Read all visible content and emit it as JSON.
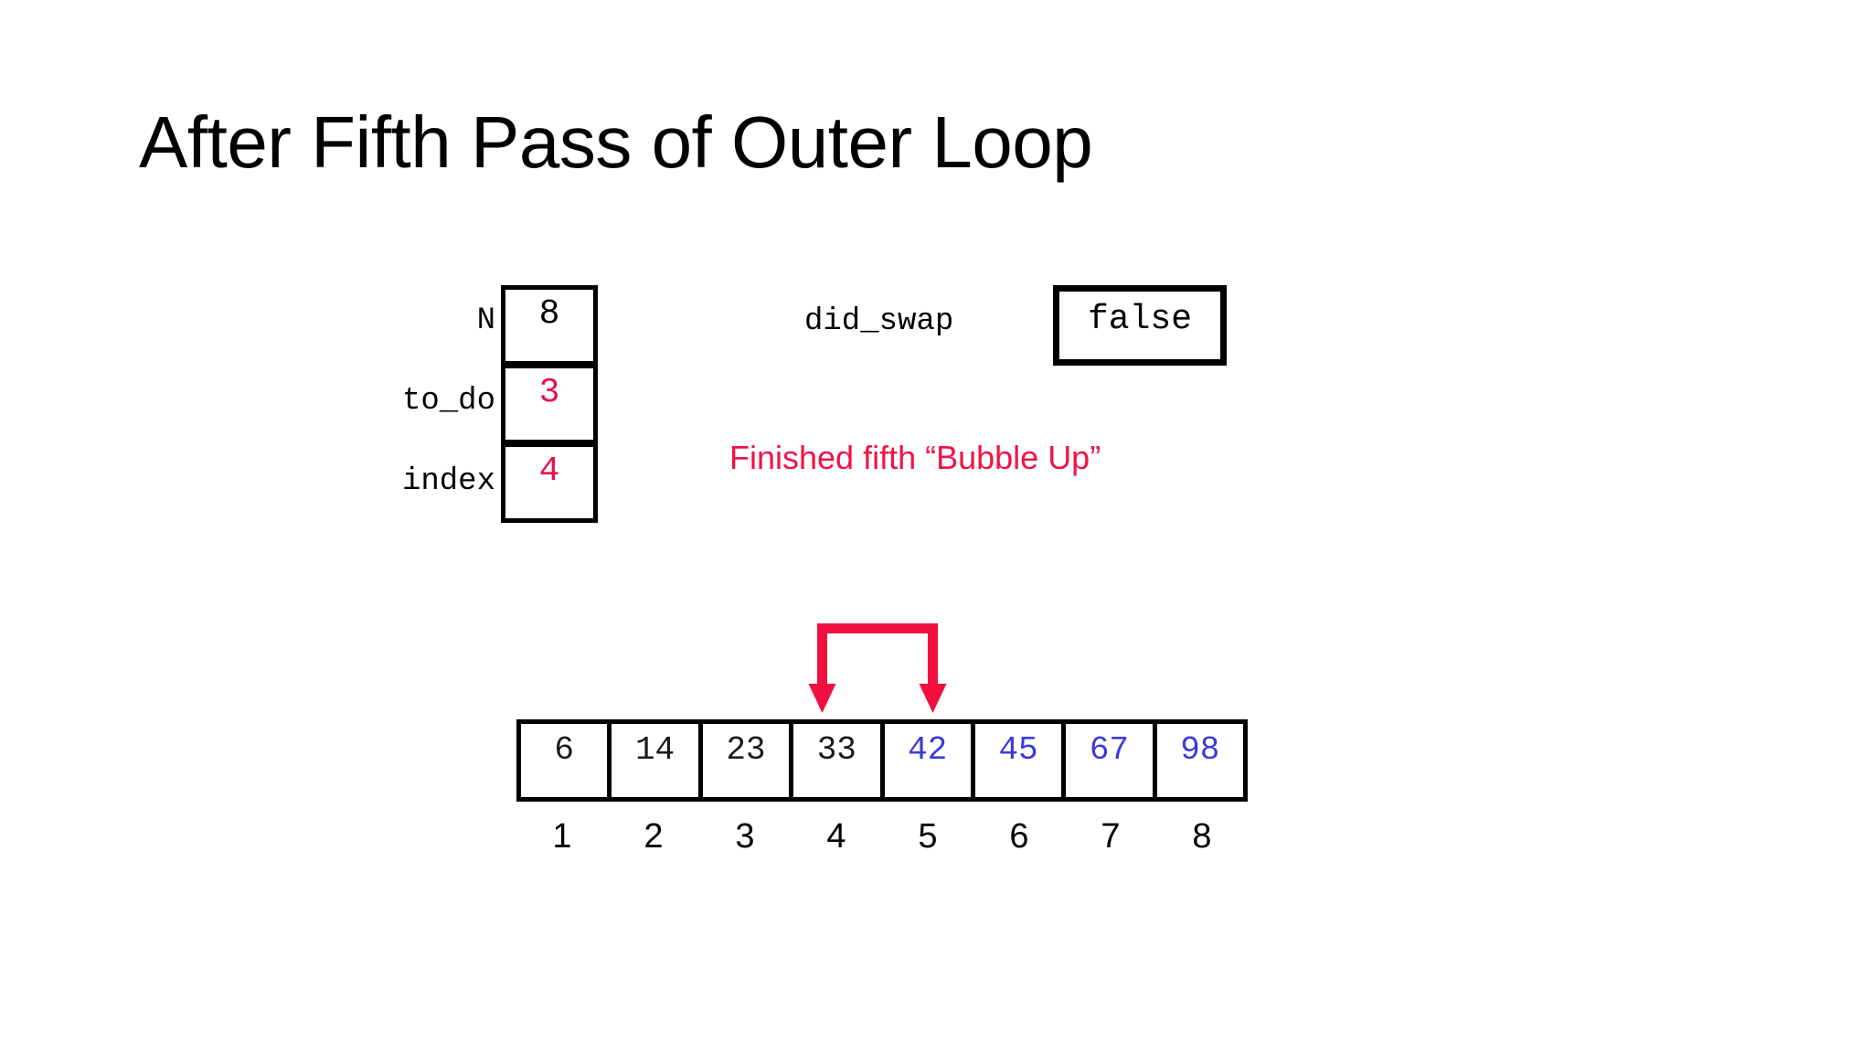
{
  "slide": {
    "title": "After Fifth Pass of Outer Loop",
    "background_color": "#ffffff"
  },
  "colors": {
    "accent_pink": "#e8114b",
    "annotation_red": "#f01446",
    "sorted_blue": "#3b3bd9",
    "ink_black": "#000000"
  },
  "variables": [
    {
      "name": "N",
      "value": "8",
      "value_color": "black"
    },
    {
      "name": "to_do",
      "value": "3",
      "value_color": "accent"
    },
    {
      "name": "index",
      "value": "4",
      "value_color": "accent"
    }
  ],
  "did_swap": {
    "label": "did_swap",
    "value": "false"
  },
  "annotation": {
    "text": "Finished fifth “Bubble Up”"
  },
  "array": {
    "cells": [
      {
        "value": "6",
        "color": "black"
      },
      {
        "value": "14",
        "color": "black"
      },
      {
        "value": "23",
        "color": "black"
      },
      {
        "value": "33",
        "color": "black"
      },
      {
        "value": "42",
        "color": "blue"
      },
      {
        "value": "45",
        "color": "blue"
      },
      {
        "value": "67",
        "color": "blue"
      },
      {
        "value": "98",
        "color": "blue"
      }
    ],
    "indices": [
      "1",
      "2",
      "3",
      "4",
      "5",
      "6",
      "7",
      "8"
    ]
  },
  "swap_arrow": {
    "shape": "double-down-arrow-bracket",
    "color": "#f0103f",
    "points_to_indices": [
      "4",
      "5"
    ]
  }
}
